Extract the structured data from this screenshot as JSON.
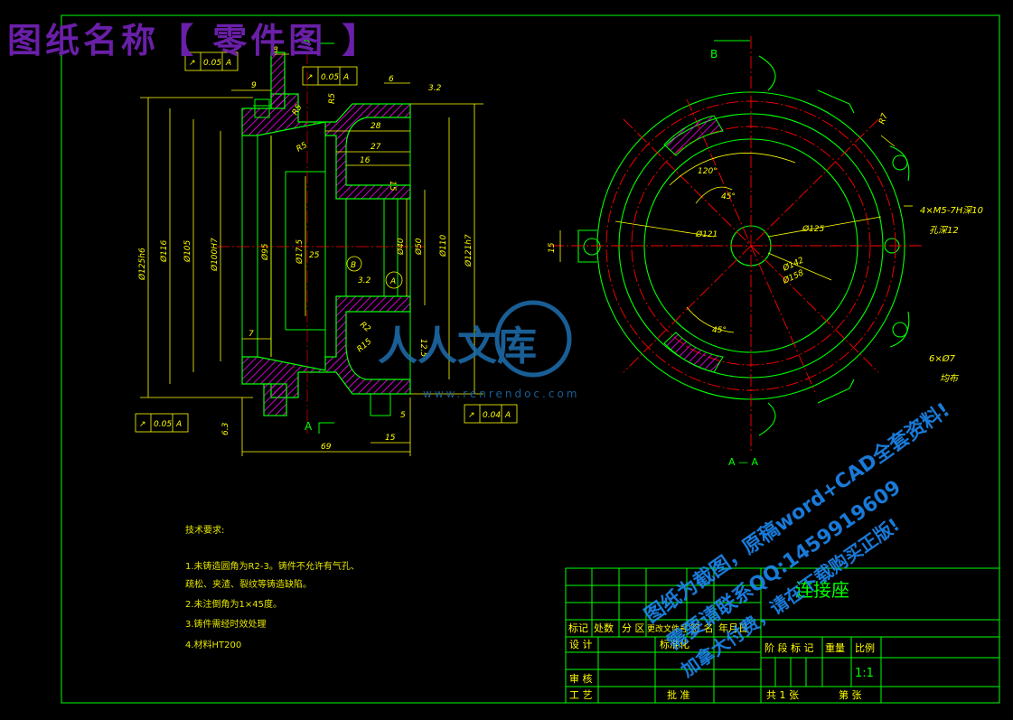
{
  "banner": {
    "title": "图纸名称【 零件图 】"
  },
  "colors": {
    "frame": "#00ff00",
    "part": "#00ff00",
    "dim": "#ffff00",
    "center": "#ff0000",
    "hatch": "#ff00ff",
    "banner": "#6a1fa8",
    "watermark": "#1e90ff"
  },
  "section_view": {
    "label_a_top": "A",
    "label_a_bottom": "A",
    "dims_vertical": [
      "Ø125h6",
      "Ø116",
      "Ø105",
      "Ø100H7",
      "Ø95",
      "Ø17.5",
      "Ø40",
      "Ø50",
      "Ø110",
      "Ø121h7"
    ],
    "dims_horizontal": [
      "8",
      "9",
      "6",
      "28",
      "27",
      "16",
      "7",
      "69",
      "15",
      "5"
    ],
    "radii": [
      "R5",
      "R5",
      "R5",
      "R2",
      "R15"
    ],
    "other_labels": [
      "25",
      "15",
      "12.5",
      "6.3"
    ],
    "datum_b": "B",
    "datum_a": "A",
    "tolerance_frames": [
      {
        "symbol": "↗",
        "value": "0.05",
        "datum": "A"
      },
      {
        "symbol": "↗",
        "value": "0.05",
        "datum": "A"
      },
      {
        "symbol": "↗",
        "value": "0.05",
        "datum": "A"
      },
      {
        "symbol": "↗",
        "value": "0.04",
        "datum": "A"
      }
    ],
    "roughness": [
      "3.2",
      "3.2"
    ]
  },
  "end_view": {
    "label_b": "B",
    "section_label": "A — A",
    "angles": [
      "120°",
      "45°",
      "45°"
    ],
    "diameters": [
      "Ø121",
      "Ø125",
      "Ø142",
      "Ø158"
    ],
    "radius": "R7",
    "thread_note": "4×M5-7H深10",
    "thread_note2": "孔深12",
    "holes_note": "6×Ø7",
    "holes_note2": "均布",
    "dim_15": "15"
  },
  "technical_requirements": {
    "heading": "技术要求:",
    "items": [
      "1.未铸造圆角为R2-3。铸件不允许有气孔、",
      "  疏松、夹渣、裂纹等铸造缺陷。",
      "2.未注倒角为1×45度。",
      "3.铸件需经时效处理",
      "4.材料HT200"
    ]
  },
  "title_block": {
    "part_name": "连接座",
    "header_row": [
      "标记",
      "处数",
      "分  区",
      "更改文件号",
      "签  名",
      "年月日"
    ],
    "design": "设  计",
    "standardize": "标准化",
    "stage_label": "阶 段 标 记",
    "weight_label": "重量",
    "scale_label": "比例",
    "scale_value": "1:1",
    "review": "审  核",
    "process": "工  艺",
    "approve": "批  准",
    "sheets_total": "共 1 张",
    "sheet_no": "第    张"
  },
  "watermark": {
    "brand": "人人文库",
    "url": "www.renrendoc.com",
    "line1": "图纸为截图，原稿word+CAD全套资料!",
    "line2": "需要请联系QQ:1459919609",
    "line3": "加拿大付费，请在下载购买正版!"
  }
}
